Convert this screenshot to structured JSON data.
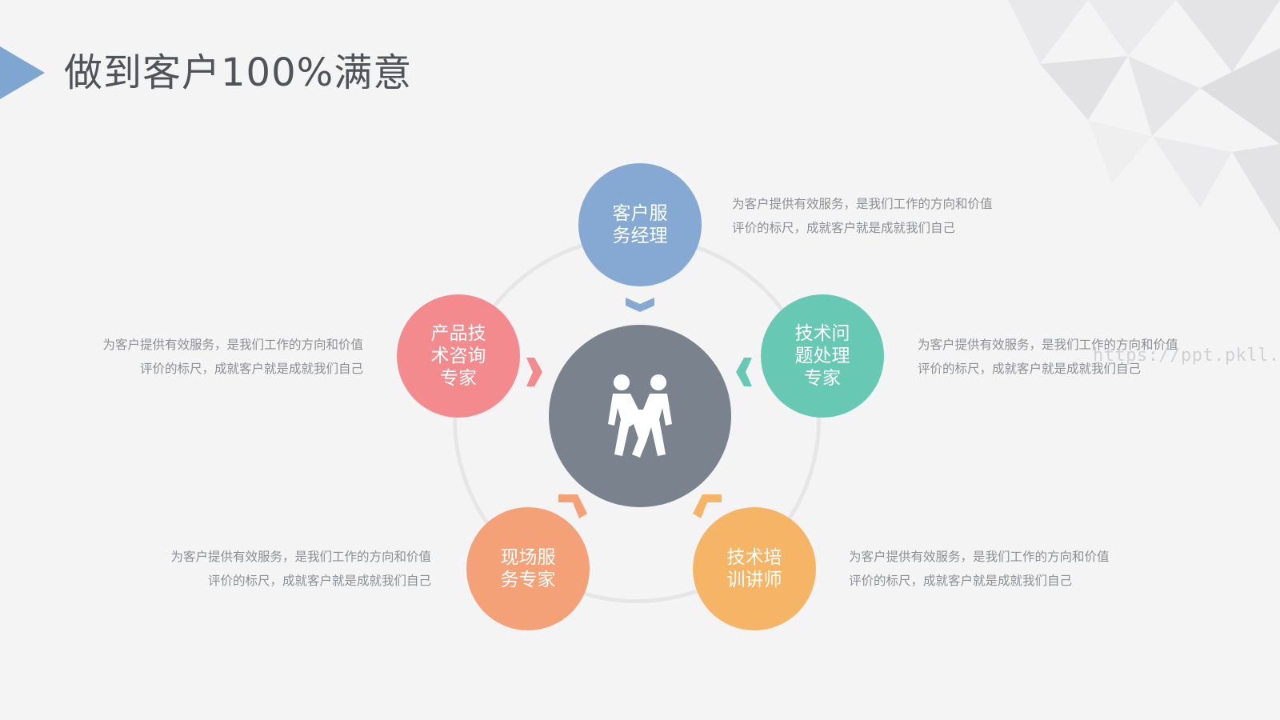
{
  "slide": {
    "title": "做到客户100%满意",
    "accent_color": "#7fa6d0",
    "watermark": "https://ppt.pkll.de"
  },
  "diagram": {
    "center_icon": "handshake-people-icon",
    "center_color": "#7a828d",
    "ring_color": "#e5e6e8",
    "nodes": [
      {
        "label": "客户服务经理",
        "color": "#85a9d2",
        "description": "为客户提供有效服务，是我们工作的方向和价值评价的标尺，成就客户就是成就我们自己"
      },
      {
        "label": "技术问题处理专家",
        "color": "#67c8b3",
        "description": "为客户提供有效服务，是我们工作的方向和价值评价的标尺，成就客户就是成就我们自己"
      },
      {
        "label": "技术培训讲师",
        "color": "#f6b566",
        "description": "为客户提供有效服务，是我们工作的方向和价值评价的标尺，成就客户就是成就我们自己"
      },
      {
        "label": "现场服务专家",
        "color": "#f4a178",
        "description": "为客户提供有效服务，是我们工作的方向和价值评价的标尺，成就客户就是成就我们自己"
      },
      {
        "label": "产品技术咨询专家",
        "color": "#f38a8d",
        "description": "为客户提供有效服务，是我们工作的方向和价值评价的标尺，成就客户就是成就我们自己"
      }
    ]
  }
}
